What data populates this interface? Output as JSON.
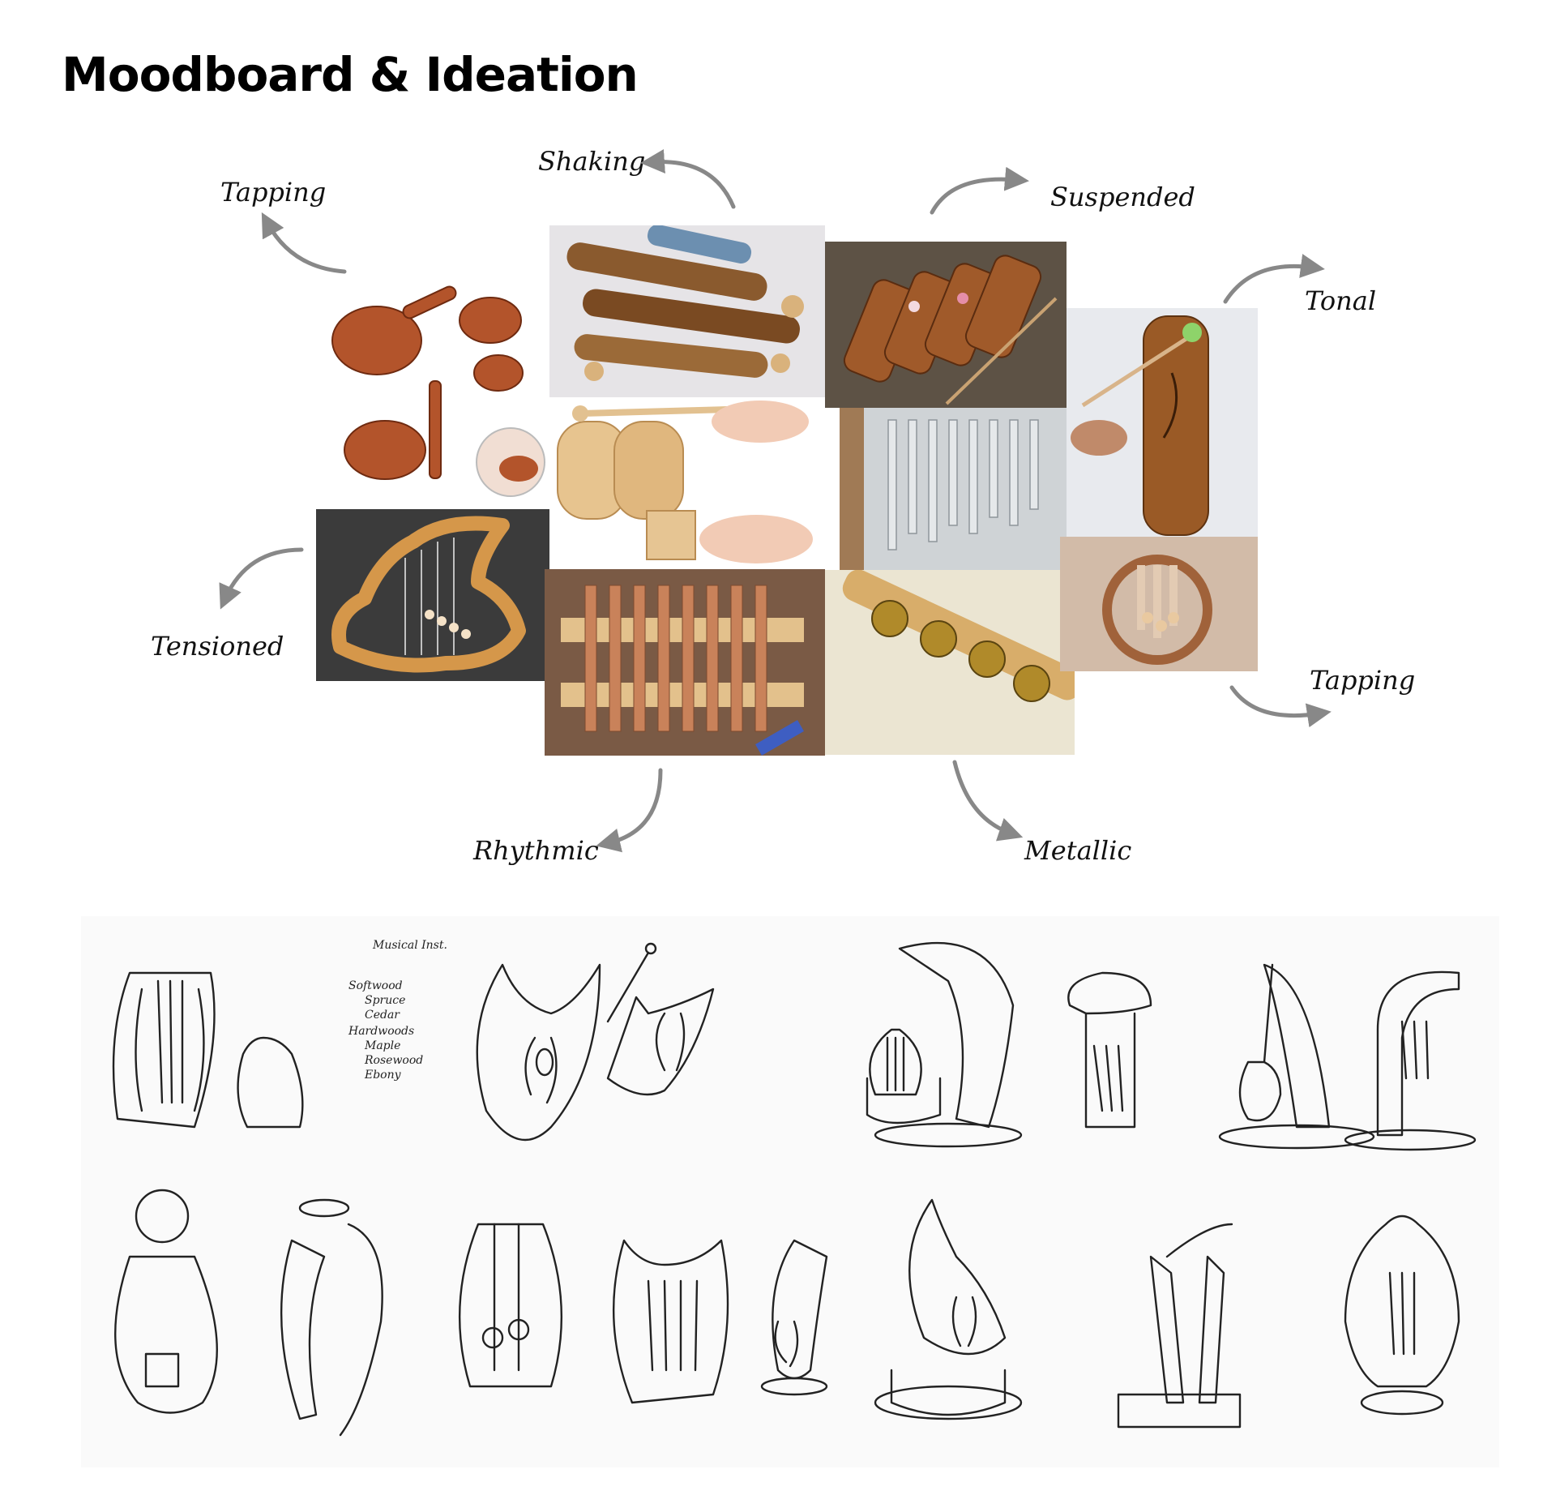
{
  "title": "Moodboard & Ideation",
  "categories": {
    "tapping_top": "Tapping",
    "shaking": "Shaking",
    "suspended": "Suspended",
    "tonal": "Tonal",
    "tensioned": "Tensioned",
    "tapping_bottom": "Tapping",
    "rhythmic": "Rhythmic",
    "metallic": "Metallic"
  },
  "sketch_notes": {
    "heading": "Musical Inst.",
    "softwood": "Softwood",
    "spruce": "Spruce",
    "cedar": "Cedar",
    "hardwoods": "Hardwoods",
    "maple": "Maple",
    "rosewood": "Rosewood",
    "ebony": "Ebony"
  },
  "photos": [
    {
      "name": "frog-guiro-photo",
      "icon": "wooden-frog"
    },
    {
      "name": "rain-stick-photo",
      "icon": "rain-sticks"
    },
    {
      "name": "painted-xylophone-photo",
      "icon": "painted-slit-drum"
    },
    {
      "name": "tone-tube-photo",
      "icon": "bamboo-tube"
    },
    {
      "name": "wood-block-photo",
      "icon": "wood-block"
    },
    {
      "name": "wind-chimes-photo",
      "icon": "chimes"
    },
    {
      "name": "wooden-harp-photo",
      "icon": "harp"
    },
    {
      "name": "copper-chimes-photo",
      "icon": "metallophone"
    },
    {
      "name": "jingle-stick-photo",
      "icon": "jingle-stick"
    },
    {
      "name": "round-chime-photo",
      "icon": "ring-chime"
    }
  ]
}
